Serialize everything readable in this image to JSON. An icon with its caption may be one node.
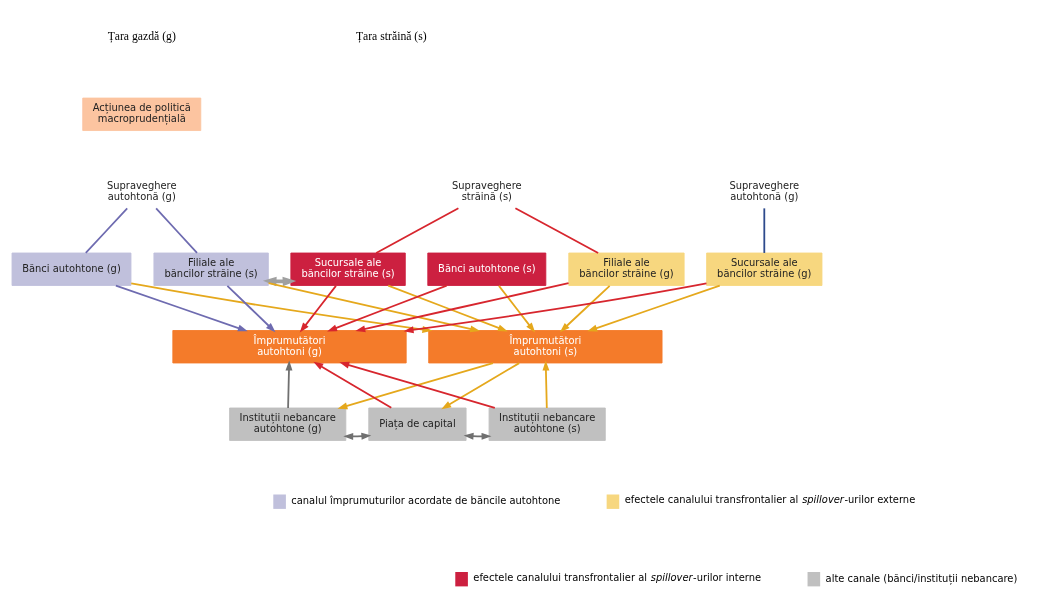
{
  "diagram": {
    "nodes": [
      {
        "text": [
          "Acțiunea de politică macroprudențială"
        ]
      },
      {
        "text": [
          "Supraveghere autohtonă (g)"
        ]
      },
      {
        "text": [
          "Supraveghere străină (s)"
        ]
      },
      {
        "text": [
          "Supraveghere autohtonă (g)"
        ]
      },
      {
        "text": [
          "Bănci autohtone (g)"
        ]
      },
      {
        "text": [
          "Filiale ale băncilor străine (s)"
        ]
      },
      {
        "text": [
          "Sucursale ale băncilor străine (s)"
        ]
      },
      {
        "text": [
          "Bănci autohtone (s)"
        ]
      },
      {
        "text": [
          "Filiale ale băncilor străine (g)"
        ]
      },
      {
        "text": [
          "Sucursale ale băncilor străine (g)"
        ]
      },
      {
        "text": [
          "Împrumutători autohtoni (g)"
        ]
      },
      {
        "text": [
          "Împrumutători autohtoni (s)"
        ]
      },
      {
        "text": [
          "Instituții nebancare autohtone (g)"
        ]
      },
      {
        "text": [
          "Piața de capital"
        ]
      },
      {
        "text": [
          "Instituții nebancare autohtone (s)"
        ]
      }
    ],
    "edges": [
      {
        "from": 1,
        "to": 4,
        "arrow": "none",
        "color": "#6e6bb0"
      },
      {
        "from": 1,
        "to": 5,
        "arrow": "none",
        "color": "#6e6bb0"
      },
      {
        "from": 2,
        "to": 6,
        "arrow": "none",
        "color": "#d7262e"
      },
      {
        "from": 2,
        "to": 8,
        "arrow": "none",
        "color": "#d7262e"
      },
      {
        "from": 3,
        "to": 9,
        "arrow": "none",
        "color": "#2e4a8c"
      },
      {
        "from": 5,
        "to": 6,
        "arrow": "both",
        "color": "#a0a0a0",
        "style": "thick"
      },
      {
        "from": 4,
        "to": 10,
        "arrow": "to",
        "color": "#6e6bb0"
      },
      {
        "from": 4,
        "to": 11,
        "arrow": "to",
        "color": "#e5a81c"
      },
      {
        "from": 5,
        "to": 10,
        "arrow": "to",
        "color": "#6e6bb0"
      },
      {
        "from": 5,
        "to": 11,
        "arrow": "to",
        "color": "#e5a81c"
      },
      {
        "from": 6,
        "to": 10,
        "arrow": "to",
        "color": "#d7262e"
      },
      {
        "from": 6,
        "to": 11,
        "arrow": "to",
        "color": "#e5a81c"
      },
      {
        "from": 7,
        "to": 10,
        "arrow": "to",
        "color": "#d7262e"
      },
      {
        "from": 7,
        "to": 11,
        "arrow": "to",
        "color": "#e5a81c"
      },
      {
        "from": 8,
        "to": 10,
        "arrow": "to",
        "color": "#d7262e"
      },
      {
        "from": 8,
        "to": 11,
        "arrow": "to",
        "color": "#e5a81c"
      },
      {
        "from": 9,
        "to": 10,
        "arrow": "to",
        "color": "#d7262e"
      },
      {
        "from": 9,
        "to": 11,
        "arrow": "to",
        "color": "#e5a81c"
      },
      {
        "from": 12,
        "to": 10,
        "arrow": "to",
        "color": "#707070"
      },
      {
        "from": 11,
        "to": 12,
        "arrow": "to",
        "color": "#e5a81c"
      },
      {
        "from": 11,
        "to": 13,
        "arrow": "to",
        "color": "#e5a81c"
      },
      {
        "from": 13,
        "to": 10,
        "arrow": "to",
        "color": "#d7262e"
      },
      {
        "from": 14,
        "to": 10,
        "arrow": "to",
        "color": "#d7262e"
      },
      {
        "from": 14,
        "to": 11,
        "arrow": "to",
        "color": "#e5a81c"
      },
      {
        "from": 12,
        "to": 13,
        "arrow": "both",
        "color": "#707070"
      },
      {
        "from": 13,
        "to": 14,
        "arrow": "both",
        "color": "#707070"
      }
    ],
    "labels": [
      "Țara gazdă (g)",
      "Țara străină (s)"
    ],
    "legend": [
      {
        "text": "canalul împrumuturilor acordate de băncile autohtone",
        "color": "#c0c0dc"
      },
      {
        "text": "efectele canalului transfrontalier al *spillover*-urilor externe",
        "color": "#f7d77f"
      },
      {
        "text": "efectele canalului transfrontalier al *spillover*-urilor interne",
        "color": "#cc2040"
      },
      {
        "text": "alte canale (bănci/instituții nebancare)",
        "color": "#c0c0c0"
      }
    ]
  }
}
